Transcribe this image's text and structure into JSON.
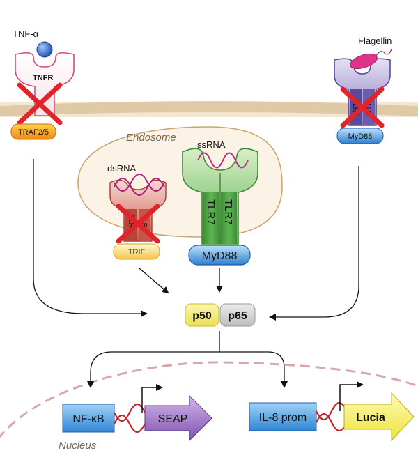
{
  "labels": {
    "tnf_alpha": "TNF-α",
    "tnfr": "TNFR",
    "traf": "TRAF2/5",
    "flagellin": "Flagellin",
    "tlr5_a": "TLR5",
    "tlr5_b": "TLR5",
    "myd88_small": "MyD88",
    "endosome": "Endosome",
    "dsrna": "dsRNA",
    "tlr3_a": "TLR3",
    "tlr3_b": "TLR3",
    "trif": "TRIF",
    "ssrna": "ssRNA",
    "tlr7_a": "TLR7",
    "tlr7_b": "TLR7",
    "myd88_large": "MyD88",
    "p50": "p50",
    "p65": "p65",
    "nfkb": "NF-κB",
    "seap": "SEAP",
    "il8": "IL-8 prom",
    "lucia": "Lucia",
    "nucleus": "Nucleus"
  },
  "colors": {
    "tnfr": "#d94a7a",
    "traf": "#f7a11a",
    "tlr5": "#5a4b9a",
    "myd88": "#2f77c8",
    "tlr3": "#c0463a",
    "trif": "#f5c54a",
    "tlr7": "#4ea545",
    "p50": "#f2e66a",
    "p65": "#c8c8c8",
    "nfkb_box": "#3a8fd6",
    "seap": "#8a5bb5",
    "il8_box": "#3a8fd6",
    "lucia": "#f0e640",
    "blocked_cross": "#e0242a",
    "membrane": "#e7d4b8"
  }
}
